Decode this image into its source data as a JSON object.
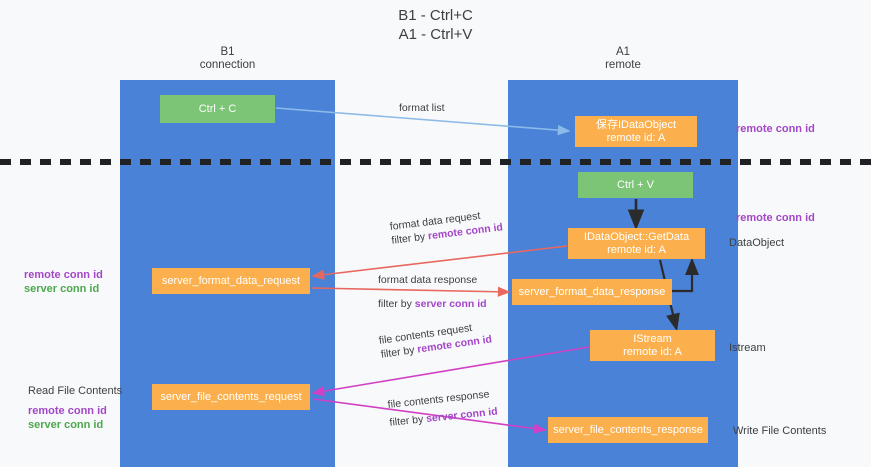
{
  "title": {
    "line1": "B1 - Ctrl+C",
    "line2": "A1 - Ctrl+V"
  },
  "lanes": [
    {
      "id": "b1",
      "name": "B1",
      "role": "connection",
      "color": "#4a82d8"
    },
    {
      "id": "a1",
      "name": "A1",
      "role": "remote",
      "color": "#4a82d8"
    }
  ],
  "colors": {
    "lane_blue": "#4a82d8",
    "box_green": "#7cc576",
    "box_orange": "#fbb04d",
    "accent_purple": "#a347c8",
    "accent_green": "#4da84d",
    "arrow_lightblue": "#8cbbe8",
    "arrow_red": "#e8685f",
    "arrow_magenta": "#d13fc4",
    "arrow_black": "#2b2b2b",
    "divider_black": "#202124",
    "background": "#f8f9fa"
  },
  "boxes": {
    "ctrl_c": "Ctrl + C",
    "save_idataobject_line1": "保存IDataObject",
    "save_idataobject_line2": "remote id: A",
    "ctrl_v": "Ctrl + V",
    "getdata_line1": "IDataObject::GetData",
    "getdata_line2": "remote id: A",
    "server_format_data_request": "server_format_data_request",
    "server_format_data_response": "server_format_data_response",
    "istream_line1": "IStream",
    "istream_line2": "remote id: A",
    "server_file_contents_request": "server_file_contents_request",
    "server_file_contents_response": "server_file_contents_response"
  },
  "edge_labels": {
    "format_list": "format list",
    "format_data_request": "format data request",
    "format_data_request_filter_prefix": "filter by ",
    "format_data_request_filter_key": "remote conn id",
    "format_data_response": "format data response",
    "format_data_response_filter_prefix": "filter by ",
    "format_data_response_filter_key": "server conn id",
    "file_contents_request": "file contents request",
    "file_contents_request_filter_prefix": "filter by ",
    "file_contents_request_filter_key": "remote conn id",
    "file_contents_response": "file contents response",
    "file_contents_response_filter_prefix": "filter by ",
    "file_contents_response_filter_key": "server conn id"
  },
  "annotations": {
    "right_remote_conn_id_top": "remote conn id",
    "right_remote_conn_id_mid": "remote conn id",
    "right_dataobject": "DataObject",
    "right_istream": "Istream",
    "right_write_file_contents": "Write File Contents",
    "left_remote_conn_id": "remote conn id",
    "left_server_conn_id": "server conn id",
    "left_read_file_contents": "Read File Contents",
    "left_remote_conn_id_2": "remote conn id",
    "left_server_conn_id_2": "server conn id"
  }
}
